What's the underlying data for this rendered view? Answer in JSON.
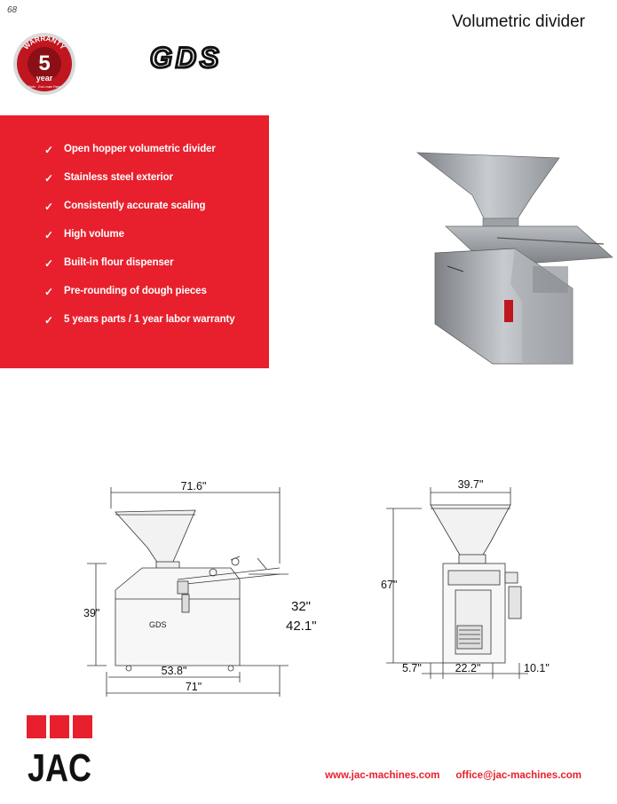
{
  "page": {
    "number": "68",
    "title": "Volumetric divider"
  },
  "badge": {
    "text_top": "WARRANTY",
    "number": "5",
    "unit": "year",
    "subtext": "Parts · Gnd. main Parts"
  },
  "logo": {
    "product": "GDS",
    "brand": "JAC"
  },
  "features": [
    "Open hopper volumetric divider",
    "Stainless steel exterior",
    "Consistently accurate scaling",
    "High volume",
    "Built-in flour dispenser",
    "Pre-rounding of dough pieces",
    "5 years parts / 1 year labor warranty"
  ],
  "check_symbol": "✓",
  "side_view": {
    "width_top": "71.6\"",
    "height_left": "39\"",
    "height_right_a": "32\"",
    "height_right_b": "42.1\"",
    "body_label": "GDS",
    "length_inner": "53.8\"",
    "length_outer": "71\""
  },
  "front_view": {
    "width_top": "39.7\"",
    "height_left": "67\"",
    "bottom_left": "5.7\"",
    "bottom_mid": "22.2\"",
    "bottom_right": "10.1\""
  },
  "contact": {
    "website": "www.jac-machines.com",
    "email": "office@jac-machines.com"
  },
  "colors": {
    "accent": "#e8202d",
    "steel": "#9ea3a8"
  }
}
